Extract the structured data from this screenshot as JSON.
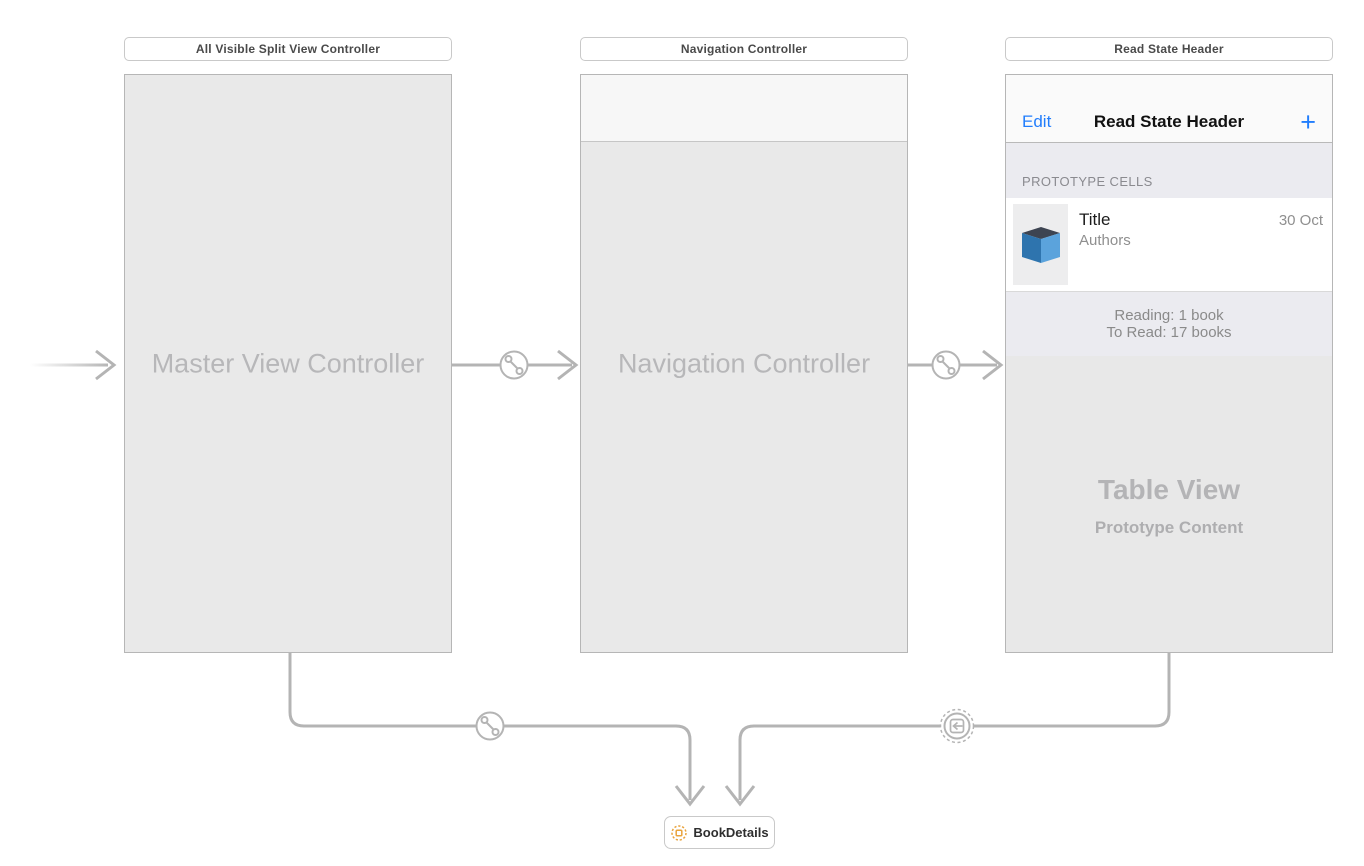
{
  "scene_labels": {
    "split_view": "All Visible Split View Controller",
    "navigation": "Navigation Controller",
    "read_state": "Read State Header"
  },
  "split_view_scene": {
    "placeholder_title": "Master View Controller"
  },
  "navigation_scene": {
    "placeholder_title": "Navigation Controller"
  },
  "read_state_scene": {
    "nav_bar": {
      "left_button": "Edit",
      "title": "Read State Header",
      "right_button": "+"
    },
    "section_header": "PROTOTYPE CELLS",
    "prototype_cell": {
      "title": "Title",
      "subtitle": "Authors",
      "detail": "30 Oct"
    },
    "summary": {
      "line1": "Reading: 1 book",
      "line2": "To Read: 17 books"
    },
    "table_placeholder": {
      "title": "Table View",
      "subtitle": "Prototype Content"
    }
  },
  "storyboard_reference": {
    "label": "BookDetails"
  },
  "icons": {
    "segue": "show-segue-link-icon",
    "reference_segue": "storyboard-reference-segue-icon",
    "book": "book-cover-icon",
    "reference_badge": "storyboard-reference-icon",
    "add": "plus-symbol"
  },
  "colors": {
    "ios_blue": "#217dfc",
    "reference_orange": "#e9a33c",
    "book_dark_blue": "#2e74ae",
    "book_light_blue": "#5ba3dc",
    "book_page_dark": "#3d4451",
    "connector_gray": "#b4b4b4",
    "scene_fill": "#e9e9e9",
    "placeholder_text": "#b7b7b9"
  }
}
